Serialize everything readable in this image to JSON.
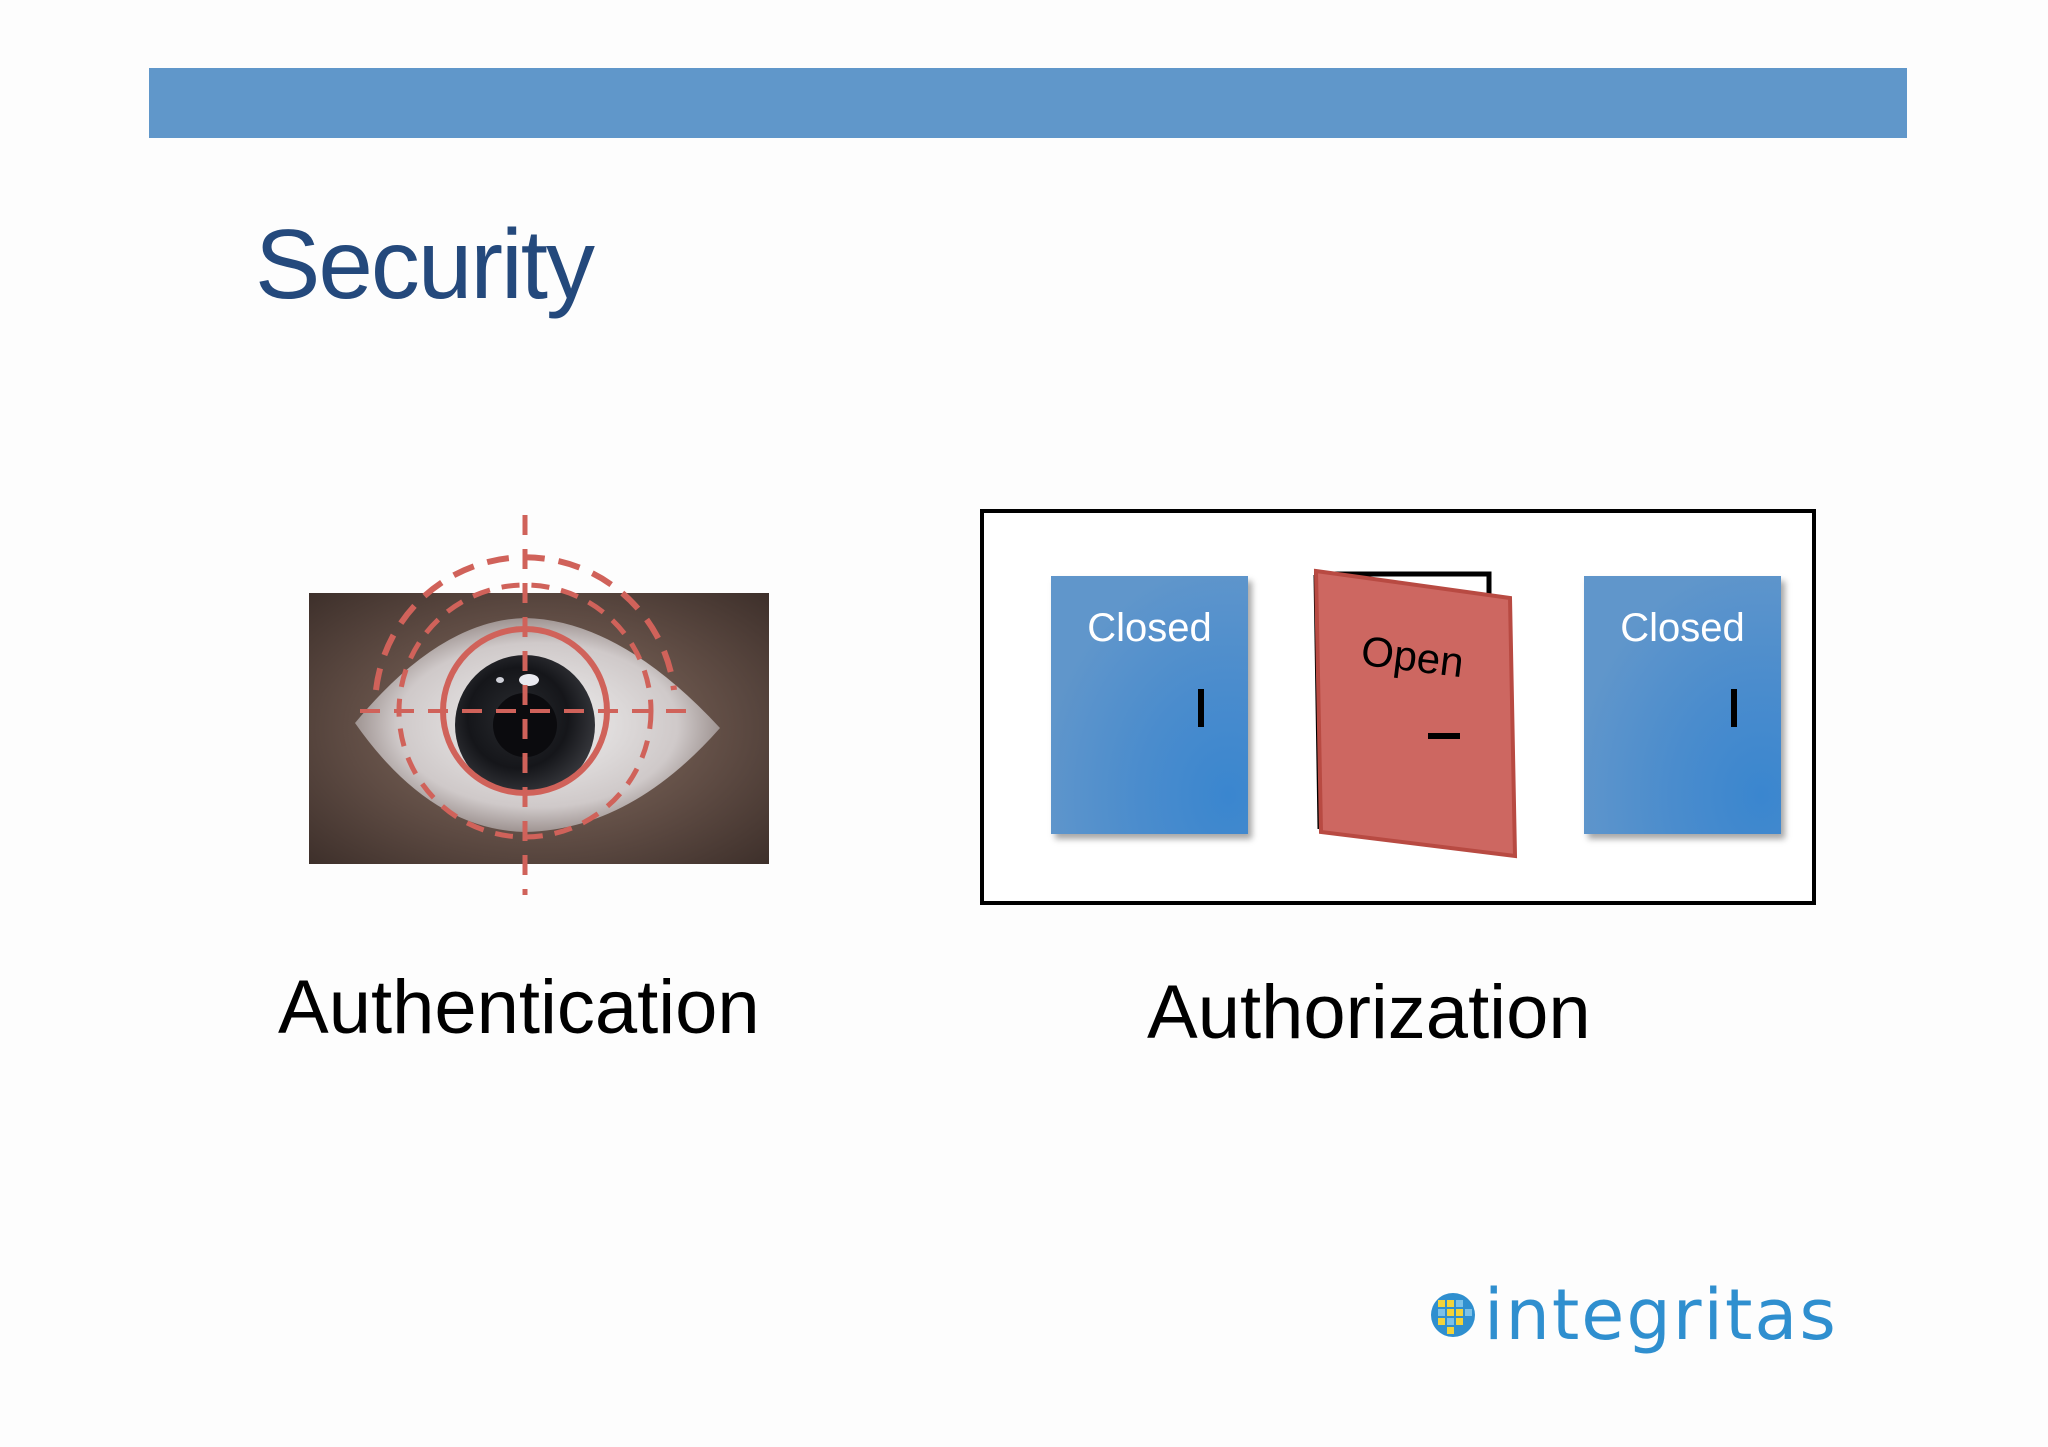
{
  "slide": {
    "title": "Security",
    "authentication_label": "Authentication",
    "authorization_label": "Authorization"
  },
  "doors": [
    {
      "label": "Closed",
      "state": "closed",
      "symbol": "I",
      "color": "#6096cb"
    },
    {
      "label": "Open",
      "state": "open",
      "symbol": "–",
      "color": "#cd6761"
    },
    {
      "label": "Closed",
      "state": "closed",
      "symbol": "I",
      "color": "#6096cb"
    }
  ],
  "logo": {
    "text": "integritas"
  },
  "colors": {
    "header_bar": "#6097ca",
    "title": "#24497c",
    "reticle": "#d0625a",
    "logo": "#2f8fcf"
  },
  "icons": [
    "eye-scan-icon",
    "globe-icon"
  ]
}
